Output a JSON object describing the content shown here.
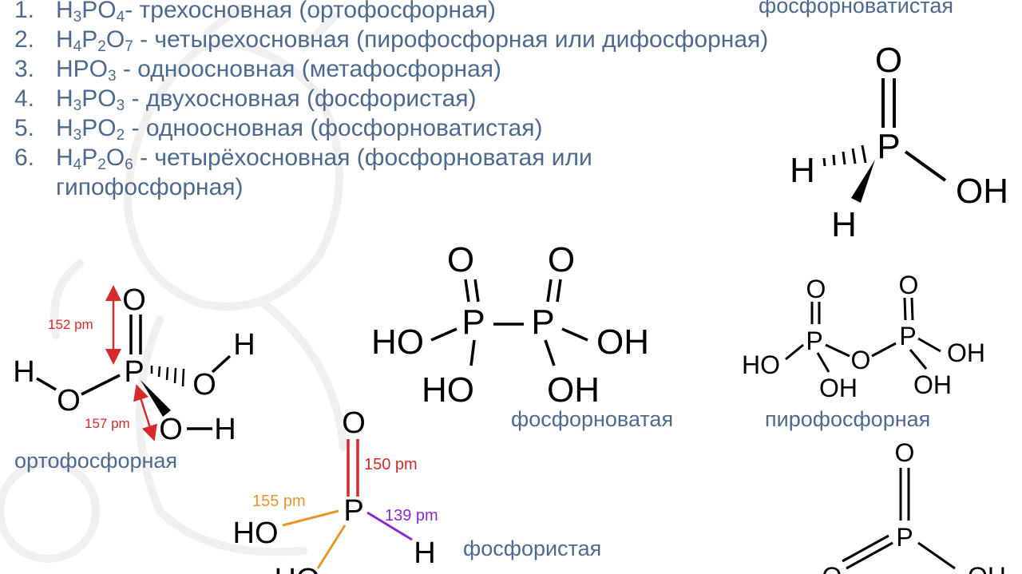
{
  "list": [
    {
      "num": "1.",
      "parts": [
        [
          "H",
          ""
        ],
        [
          "3",
          "sub"
        ],
        [
          "PO",
          ""
        ],
        [
          "4",
          "sub"
        ],
        [
          "- трехосновная (ортофосфорная)",
          ""
        ]
      ]
    },
    {
      "num": "2.",
      "parts": [
        [
          "H",
          ""
        ],
        [
          "4",
          "sub"
        ],
        [
          "P",
          ""
        ],
        [
          "2",
          "sub"
        ],
        [
          "O",
          ""
        ],
        [
          "7",
          "sub"
        ],
        [
          " - четырехосновная (пирофосфорная или дифосфорная)",
          ""
        ]
      ]
    },
    {
      "num": "3.",
      "parts": [
        [
          "HPO",
          ""
        ],
        [
          "3",
          "sub"
        ],
        [
          " - одноосновная (метафосфорная)",
          ""
        ]
      ]
    },
    {
      "num": "4.",
      "parts": [
        [
          "H",
          ""
        ],
        [
          "3",
          "sub"
        ],
        [
          "PO",
          ""
        ],
        [
          "3",
          "sub"
        ],
        [
          " - двухосновная (фосфористая)",
          ""
        ]
      ]
    },
    {
      "num": "5.",
      "parts": [
        [
          "H",
          ""
        ],
        [
          "3",
          "sub"
        ],
        [
          "PO",
          ""
        ],
        [
          "2",
          "sub"
        ],
        [
          " - одноосновная (фосфорноватистая)",
          ""
        ]
      ]
    },
    {
      "num": "6.",
      "parts": [
        [
          "H",
          ""
        ],
        [
          "4",
          "sub"
        ],
        [
          "P",
          ""
        ],
        [
          "2",
          "sub"
        ],
        [
          "O",
          ""
        ],
        [
          "6",
          "sub"
        ],
        [
          " - четырёхосновная (фосфорноватая или гипофосфорная)",
          ""
        ]
      ]
    }
  ],
  "captions": {
    "hypophosphorous": "фосфорноватистая",
    "hypophosphoric": "фосфорноватая",
    "pyrophosphoric": "пирофосфорная",
    "orthophosphoric": "ортофосфорная",
    "phosphorous": "фосфористая"
  },
  "atoms": {
    "O": "O",
    "P": "P",
    "H": "H",
    "OH": "OH",
    "HO": "HO"
  },
  "bond_lengths": {
    "ortho_double": "152 pm",
    "ortho_single": "157 pm",
    "phos_double": "150 pm",
    "phos_oh": "155 pm",
    "phos_h": "139 pm"
  },
  "colors": {
    "text": "#4d6a8e",
    "red": "#d42a2a",
    "orange": "#e8962a",
    "purple": "#8a2bc9",
    "black": "#000000"
  }
}
